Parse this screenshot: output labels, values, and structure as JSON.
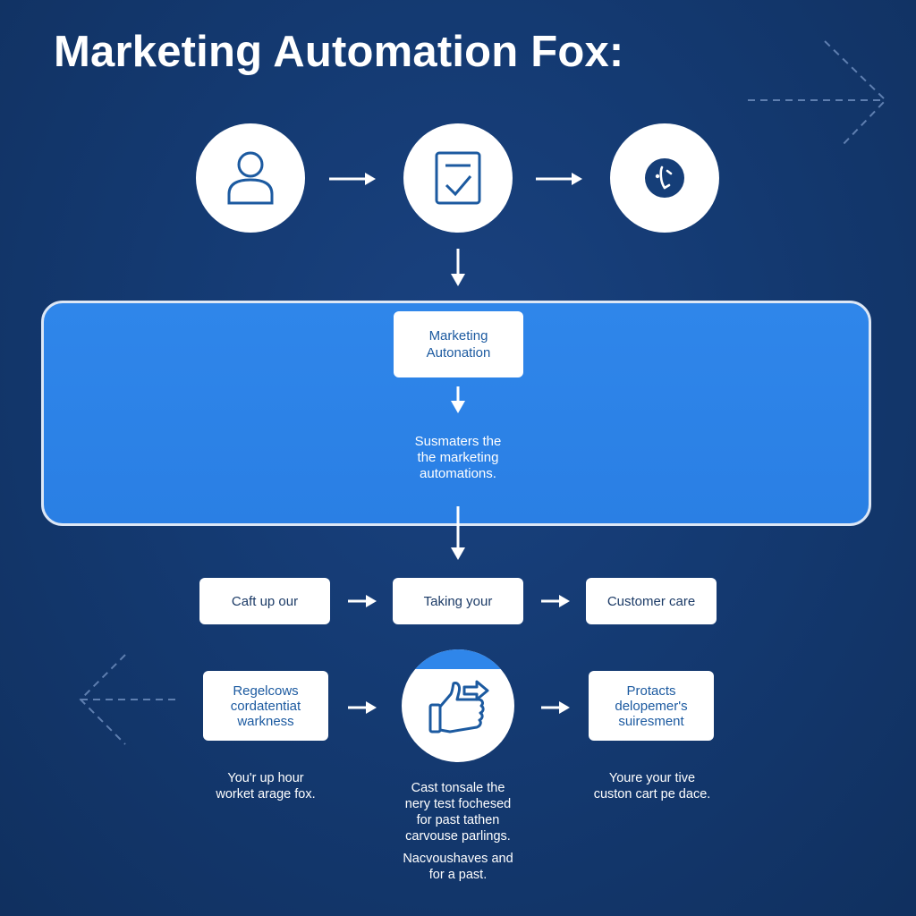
{
  "title": "Marketing Automation Fox:",
  "icons": [
    "user-icon",
    "checklist-icon",
    "phone-icon",
    "thumbs-up-icon"
  ],
  "panel": {
    "box_lines": [
      "Marketing",
      "Autonation"
    ],
    "text_lines": [
      "Susmaters the",
      "the marketing",
      "automations."
    ]
  },
  "steps": [
    "Caft up our",
    "Taking your",
    "Customer care"
  ],
  "bottom": {
    "left_lines": [
      "Regelcows",
      "cordatentiat",
      "warkness"
    ],
    "right_lines": [
      "Protacts",
      "delopemer's",
      "suiresment"
    ]
  },
  "captions": {
    "left": [
      "You'r up hour",
      "worket arage fox."
    ],
    "center_1": [
      "Cast tonsale the",
      "nery test fochesed",
      "for past tathen",
      "carvouse parlings."
    ],
    "center_2": [
      "Nacvoushaves and",
      "for a past."
    ],
    "right": [
      "Youre your tive",
      "custon cart pe dace."
    ]
  },
  "colors": {
    "background": "#143a72",
    "panel": "#2a7fe4",
    "accent": "#2f86ea",
    "card_text": "#1b3a66"
  }
}
